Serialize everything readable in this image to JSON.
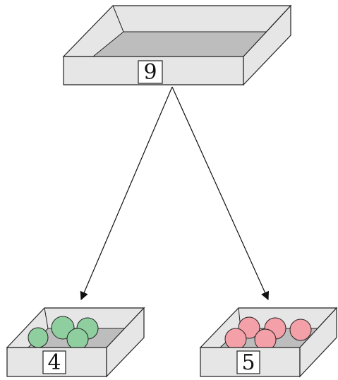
{
  "diagram": {
    "top_box": {
      "label": "9"
    },
    "left_box": {
      "label": "4",
      "ball_count": 4
    },
    "right_box": {
      "label": "5",
      "ball_count": 5
    }
  },
  "colors": {
    "box_face": "#e6e6e6",
    "box_inner_bottom": "#bdbdbd",
    "box_outline": "#222222",
    "arrow": "#111111",
    "ball_green": "#8fcf9f",
    "ball_red": "#f4a0a8"
  }
}
